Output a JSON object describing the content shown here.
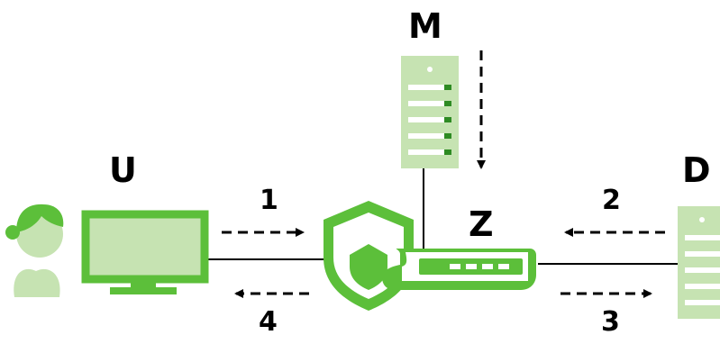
{
  "labels": {
    "user": "U",
    "management_server": "M",
    "device": "Z",
    "destination": "D",
    "step1": "1",
    "step2": "2",
    "step3": "3",
    "step4": "4"
  },
  "colors": {
    "light_green": "#c6e3b2",
    "green": "#5cbf3a",
    "dark_green": "#2e8b23",
    "pale_green": "#dcefcc",
    "line": "#000000",
    "background": "#ffffff"
  },
  "icons": {
    "user": "person-icon",
    "computer": "monitor-icon",
    "management_server": "server-icon",
    "firewall": "shield-icon",
    "device": "router-icon",
    "destination": "server-icon"
  }
}
